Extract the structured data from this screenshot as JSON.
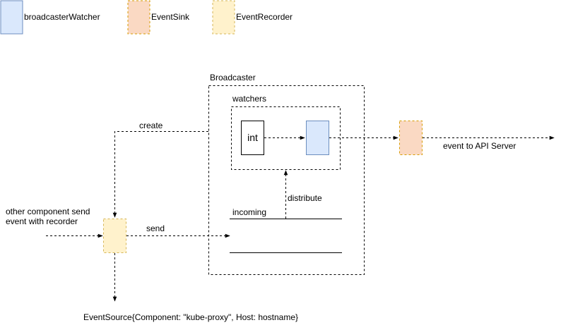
{
  "legend": {
    "watcher": "broadcasterWatcher",
    "sink": "EventSink",
    "recorder": "EventRecorder"
  },
  "colors": {
    "watcher_fill": "#dae8fc",
    "watcher_stroke": "#6c8ebf",
    "sink_fill": "#fad9c3",
    "sink_stroke": "#d79b00",
    "recorder_fill": "#fff2cc",
    "recorder_stroke": "#d6b656"
  },
  "labels": {
    "broadcaster": "Broadcaster",
    "watchers": "watchers",
    "int_box": "int",
    "create": "create",
    "distribute": "distribute",
    "incoming": "incoming",
    "send": "send",
    "other_component_line1": "other component send",
    "other_component_line2": "event with recorder",
    "event_to_api": "event to API Server",
    "event_source": "EventSource{Component: \"kube-proxy\", Host: hostname}"
  }
}
